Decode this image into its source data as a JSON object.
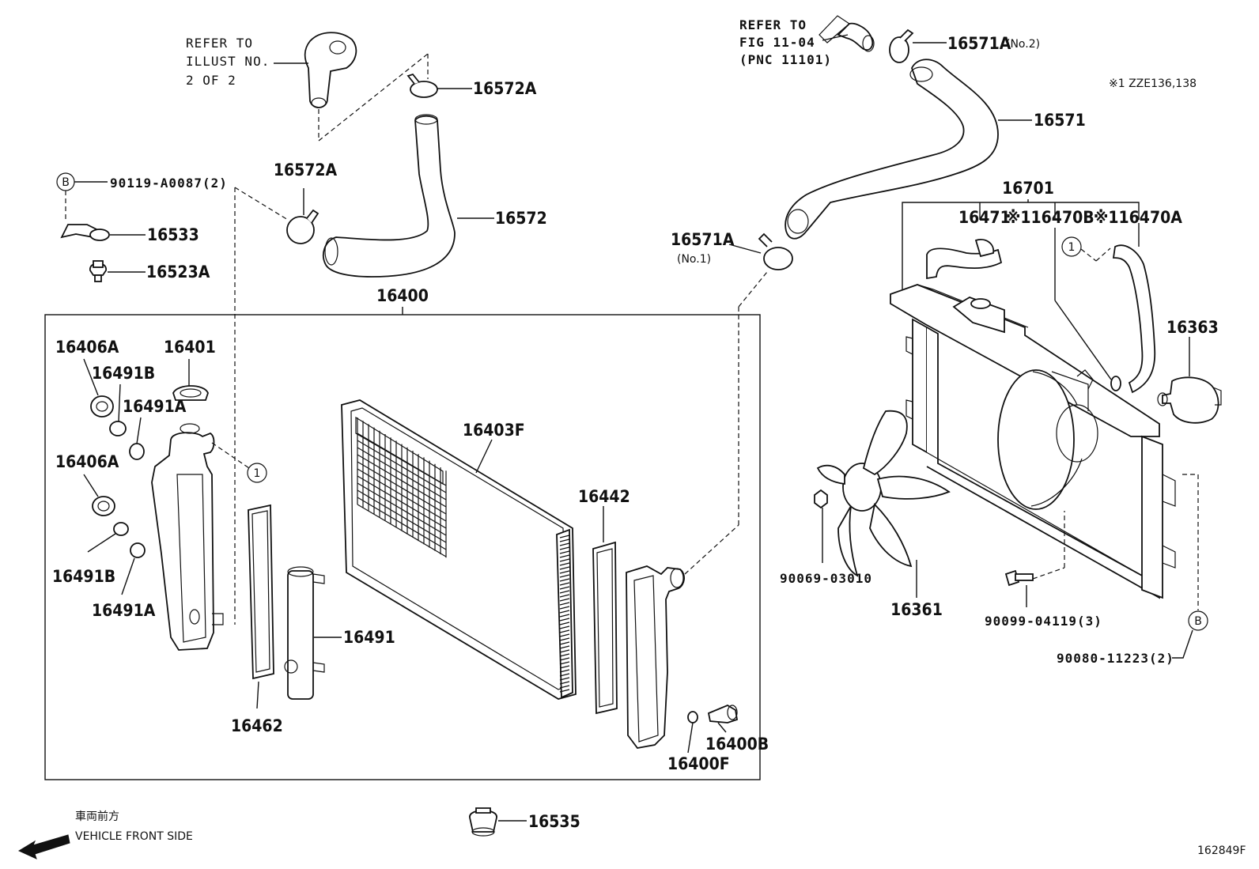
{
  "refer_notes": {
    "illust": [
      "REFER TO",
      "ILLUST NO.",
      "2 OF 2"
    ],
    "fig": [
      "REFER TO",
      "FIG 11-04",
      "(PNC 11101)"
    ]
  },
  "model_note": "※1 ZZE136,138",
  "group_labels": {
    "radiator_assy": "16400",
    "fan_shroud_assy": "16701"
  },
  "part_labels": {
    "p16572A_top": "16572A",
    "p16572A_mid": "16572A",
    "p16572": "16572",
    "p16571A_no2": "16571A",
    "p16571A_no2_sub": "(No.2)",
    "p16571": "16571",
    "p16571A_no1": "16571A",
    "p16571A_no1_sub": "(No.1)",
    "p90119": "90119-A0087(2)",
    "p16533": "16533",
    "p16523A": "16523A",
    "p16406A_a": "16406A",
    "p16401": "16401",
    "p16491B_a": "16491B",
    "p16491A_a": "16491A",
    "p16406A_b": "16406A",
    "p16491B_b": "16491B",
    "p16491A_b": "16491A",
    "p16403F": "16403F",
    "p16442": "16442",
    "p16491": "16491",
    "p16462": "16462",
    "p16400B": "16400B",
    "p16400F": "16400F",
    "p16535": "16535",
    "p16471": "16471",
    "p16470B": "※116470B",
    "p16470A": "※116470A",
    "p16363": "16363",
    "p90069": "90069-03010",
    "p16361": "16361",
    "p90099": "90099-04119(3)",
    "p90080": "90080-11223(2)"
  },
  "callouts": {
    "b_marker": "B",
    "one_marker": "1"
  },
  "front_side": {
    "jp": "車両前方",
    "en": "VEHICLE FRONT SIDE"
  },
  "figure_id": "162849F"
}
